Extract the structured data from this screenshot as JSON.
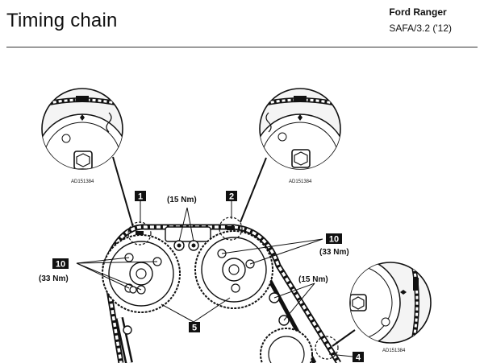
{
  "header": {
    "title": "Timing chain",
    "make_model": "Ford Ranger",
    "engine": "SAFA/3.2 ('12)"
  },
  "diagram": {
    "callouts": [
      {
        "id": "1",
        "label": "1"
      },
      {
        "id": "2",
        "label": "2"
      },
      {
        "id": "4",
        "label": "4"
      },
      {
        "id": "5",
        "label": "5"
      },
      {
        "id": "10a",
        "label": "10"
      },
      {
        "id": "10b",
        "label": "10"
      }
    ],
    "torques": {
      "top": "(15 Nm)",
      "right_mid": "(15 Nm)",
      "left_10": "(33 Nm)",
      "right_10": "(33 Nm)"
    },
    "figure_codes": {
      "inset_left": "AD151384",
      "inset_right": "AD151384",
      "inset_lower": "AD151384"
    }
  }
}
